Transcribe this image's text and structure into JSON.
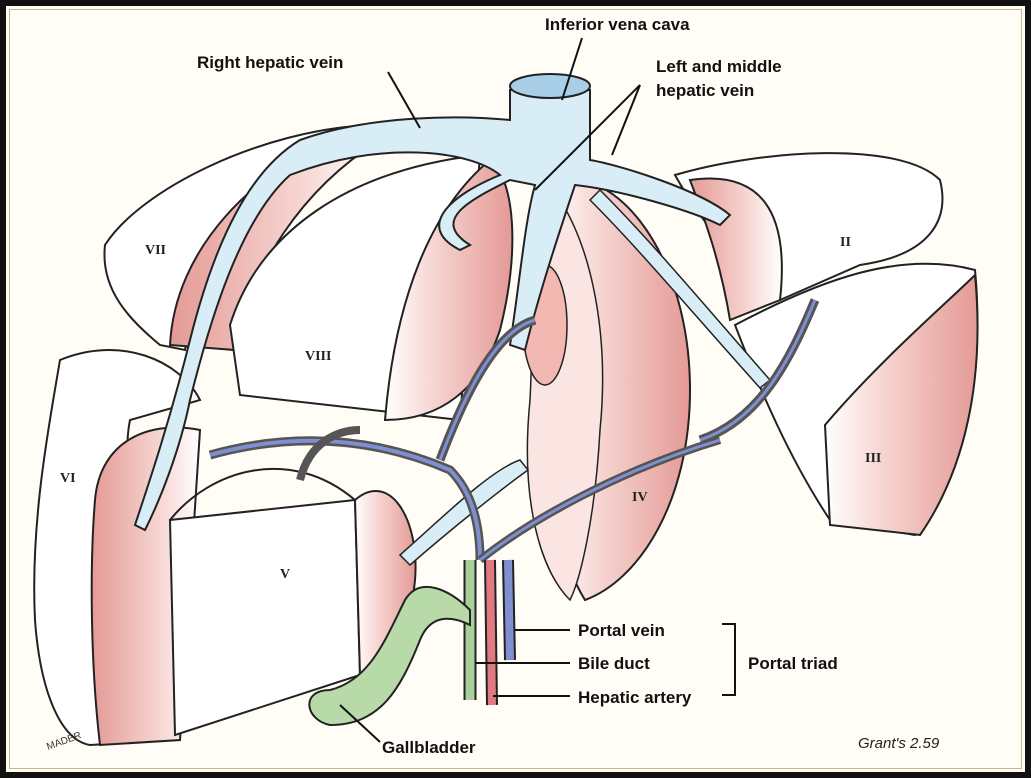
{
  "labels": {
    "ivc": "Inferior vena cava",
    "right_hepatic": "Right hepatic vein",
    "left_middle_1": "Left and middle",
    "left_middle_2": "hepatic vein",
    "portal_vein": "Portal vein",
    "bile_duct": "Bile duct",
    "hepatic_artery": "Hepatic artery",
    "portal_triad": "Portal triad",
    "gallbladder": "Gallbladder"
  },
  "segments": {
    "ii": "II",
    "iii": "III",
    "iv": "IV",
    "v": "V",
    "vi": "VI",
    "vii": "VII",
    "viii": "VIII"
  },
  "credit": "Grant's 2.59",
  "artist_signature": "MADER",
  "colors": {
    "liver_pink": "#f2c4c0",
    "liver_dark": "#d98f8b",
    "vein_blue": "#d6ecf6",
    "portal_vein": "#7f8fcf",
    "bile_duct": "#a9cf9a",
    "hepatic_artery": "#e07a80",
    "frame": "#111111"
  }
}
